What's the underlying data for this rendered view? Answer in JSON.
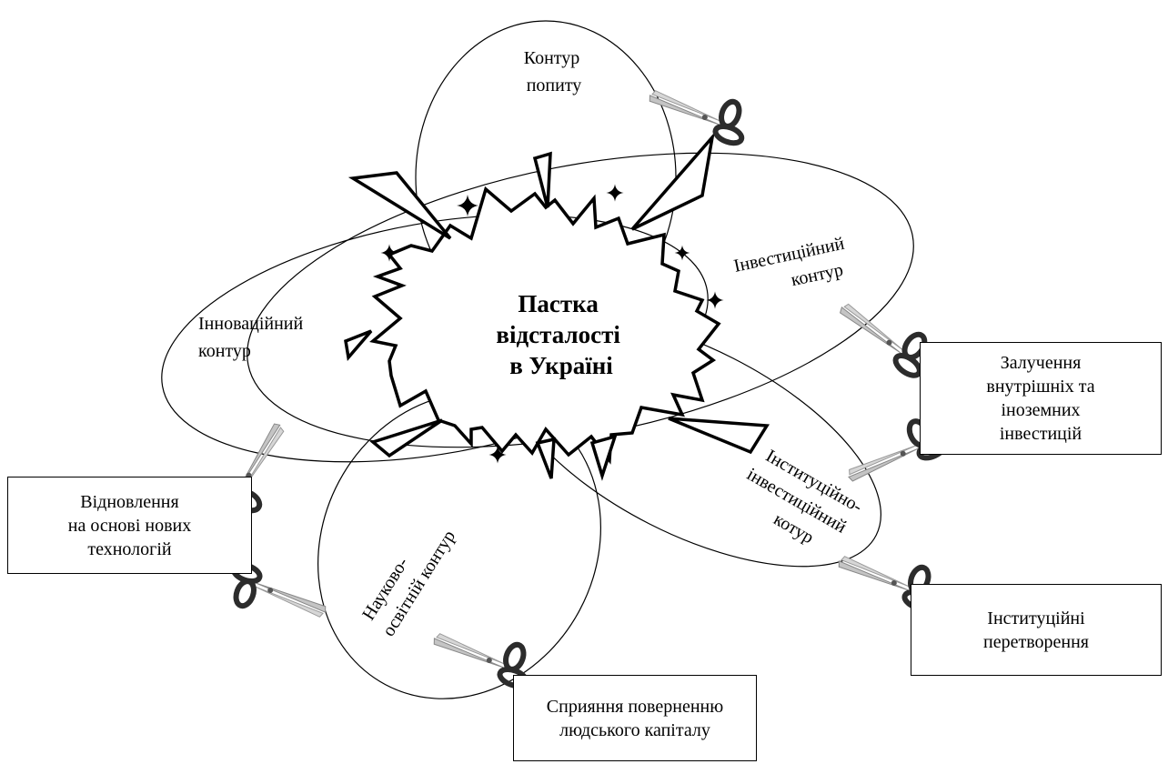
{
  "center": {
    "lines": [
      "Пастка",
      "відсталості",
      "в Україні"
    ]
  },
  "contours": {
    "demand": [
      "Контур",
      "попиту"
    ],
    "investment": [
      "Інвестиційний",
      "контур"
    ],
    "innovation": [
      "Інноваційний",
      "контур"
    ],
    "institutional": [
      "Інституційно-",
      "інвестиційний",
      "котур"
    ],
    "science": [
      "Науково-",
      "освітній контур"
    ]
  },
  "boxes": {
    "recovery": [
      "Відновлення",
      "на основі нових",
      "технологій"
    ],
    "investments": [
      "Залучення",
      "внутрішніх та",
      "іноземних",
      "інвестицій"
    ],
    "institutional": [
      "Інституційні",
      "перетворення"
    ],
    "human_capital": [
      "Сприяння поверненню",
      "людського капіталу"
    ]
  },
  "icons": {
    "scissors": "scissors-icon",
    "sparkle": "sparkle-icon",
    "shard": "glass-shard-icon"
  },
  "colors": {
    "stroke": "#000000",
    "background": "#ffffff"
  }
}
